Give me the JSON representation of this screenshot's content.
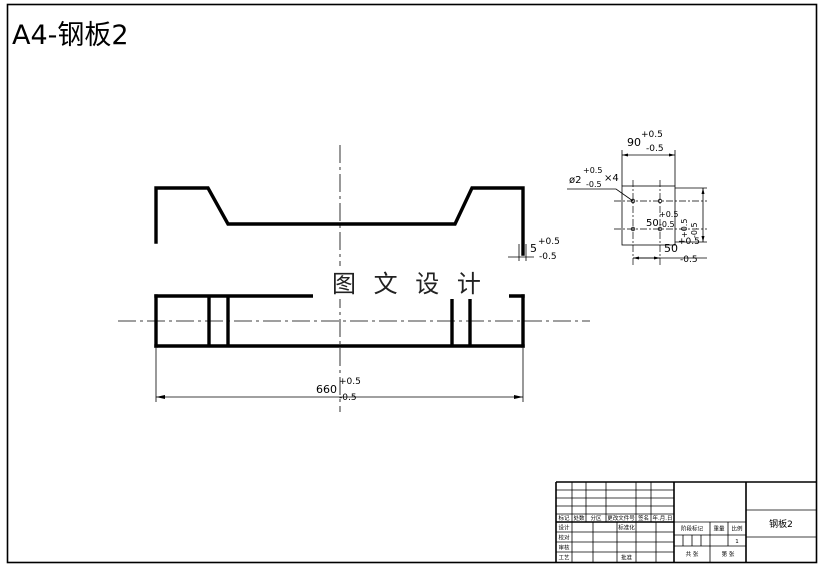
{
  "title": "A4-钢板2",
  "watermark": "图 文 设 计",
  "front_view": {
    "thickness_dim": {
      "value": "5",
      "upper": "+0.5",
      "lower": "-0.5"
    }
  },
  "top_view": {
    "length_dim": {
      "value": "660",
      "upper": "+0.5",
      "lower": "-0.5"
    }
  },
  "detail_view": {
    "width_dim": {
      "value": "90",
      "upper": "+0.5",
      "lower": "-0.5"
    },
    "hole_dim": {
      "value": "ø2",
      "upper": "+0.5",
      "lower": "-0.5",
      "count": "×4"
    },
    "inner_dim": {
      "value": "50",
      "upper": "+0.5",
      "lower": "-0.5"
    },
    "vertical_dim": {
      "upper": "+0.5",
      "lower": "-0.5"
    },
    "bottom_dim": {
      "value": "50",
      "upper": "+0.5",
      "lower": "-0.5"
    }
  },
  "title_block": {
    "part_name": "钢板2",
    "header": [
      "标记",
      "处数",
      "分区",
      "更改文件号",
      "签名",
      "年.月.日"
    ],
    "roles": [
      "设计",
      "校对",
      "审核",
      "工艺"
    ],
    "standardization": "标准化",
    "approval": "批准",
    "stage_mark": "阶段标记",
    "weight": "重量",
    "scale": "比例",
    "scale_value": "1",
    "sheet_total": "共 张",
    "sheet_number": "第 张"
  },
  "colors": {
    "title": "#e3342f",
    "line": "#000000"
  }
}
